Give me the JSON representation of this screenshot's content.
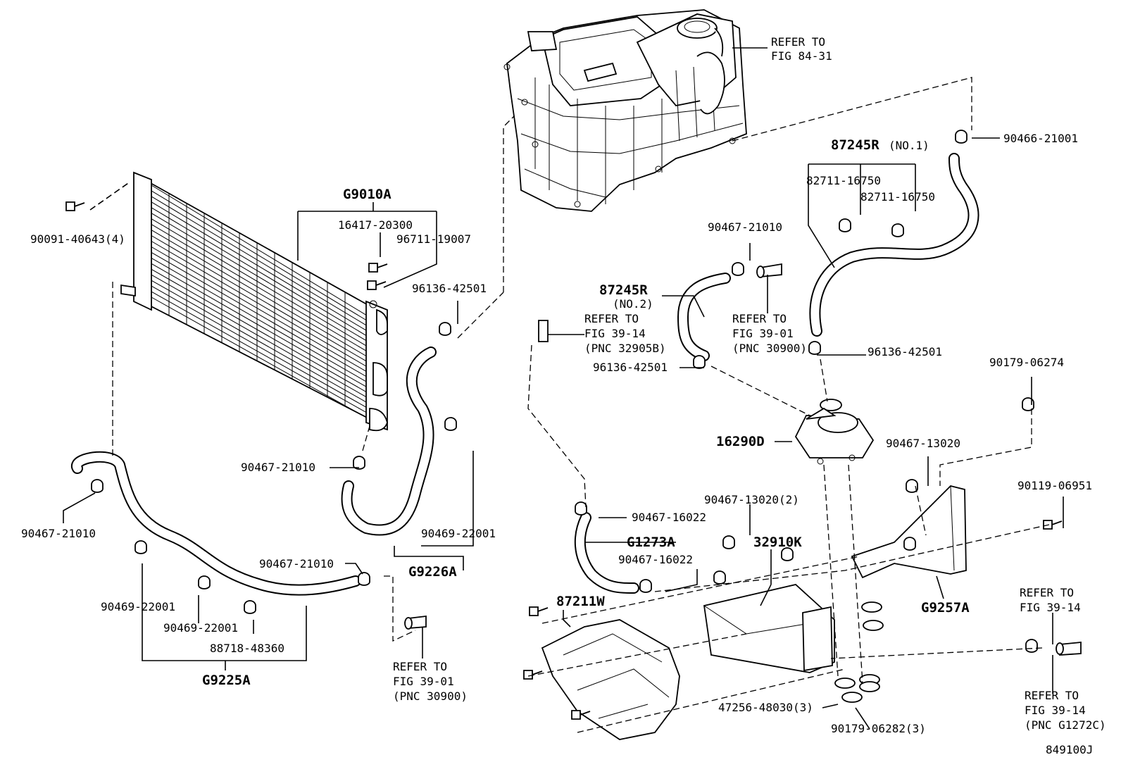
{
  "labels": {
    "refer_84_31": [
      "REFER TO",
      "FIG 84-31"
    ],
    "p90466": "90466-21001",
    "g87245_no1": "87245R",
    "no1": "(NO.1)",
    "p82711_a": "82711-16750",
    "p82711_b": "82711-16750",
    "g9010": "G9010A",
    "p16417": "16417-20300",
    "p96711": "96711-19007",
    "p90091": "90091-40643(4)",
    "p96136_a": "96136-42501",
    "p90467_21010_a": "90467-21010",
    "g87245_no2": "87245R",
    "no2": "(NO.2)",
    "refer_39_14_a": [
      "REFER TO",
      "FIG 39-14",
      "(PNC 32905B)"
    ],
    "refer_39_01_a": [
      "REFER TO",
      "FIG 39-01",
      "(PNC 30900)"
    ],
    "p96136_b": "96136-42501",
    "p96136_c": "96136-42501",
    "p90179_06274": "90179-06274",
    "p16290": "16290D",
    "p90467_13020": "90467-13020",
    "p90119": "90119-06951",
    "p90467_21010_b": "90467-21010",
    "p90467_21010_c": "90467-21010",
    "p90469_a": "90469-22001",
    "g9226": "G9226A",
    "p90467_16022_a": "90467-16022",
    "p90467_13020_2": "90467-13020(2)",
    "g1273": "G1273A",
    "p32910": "32910K",
    "p90467_16022_b": "90467-16022",
    "p90467_21010_d": "90467-21010",
    "p90469_b": "90469-22001",
    "p90469_c": "90469-22001",
    "p88718": "88718-48360",
    "g9225": "G9225A",
    "refer_39_01_b": [
      "REFER TO",
      "FIG 39-01",
      "(PNC 30900)"
    ],
    "p87211": "87211W",
    "g9257": "G9257A",
    "refer_39_14_b": [
      "REFER TO",
      "FIG 39-14"
    ],
    "refer_39_14_c": [
      "REFER TO",
      "FIG 39-14",
      "(PNC G1272C)"
    ],
    "p47256": "47256-48030(3)",
    "p90179_06282": "90179-06282(3)",
    "code": "849100J"
  }
}
